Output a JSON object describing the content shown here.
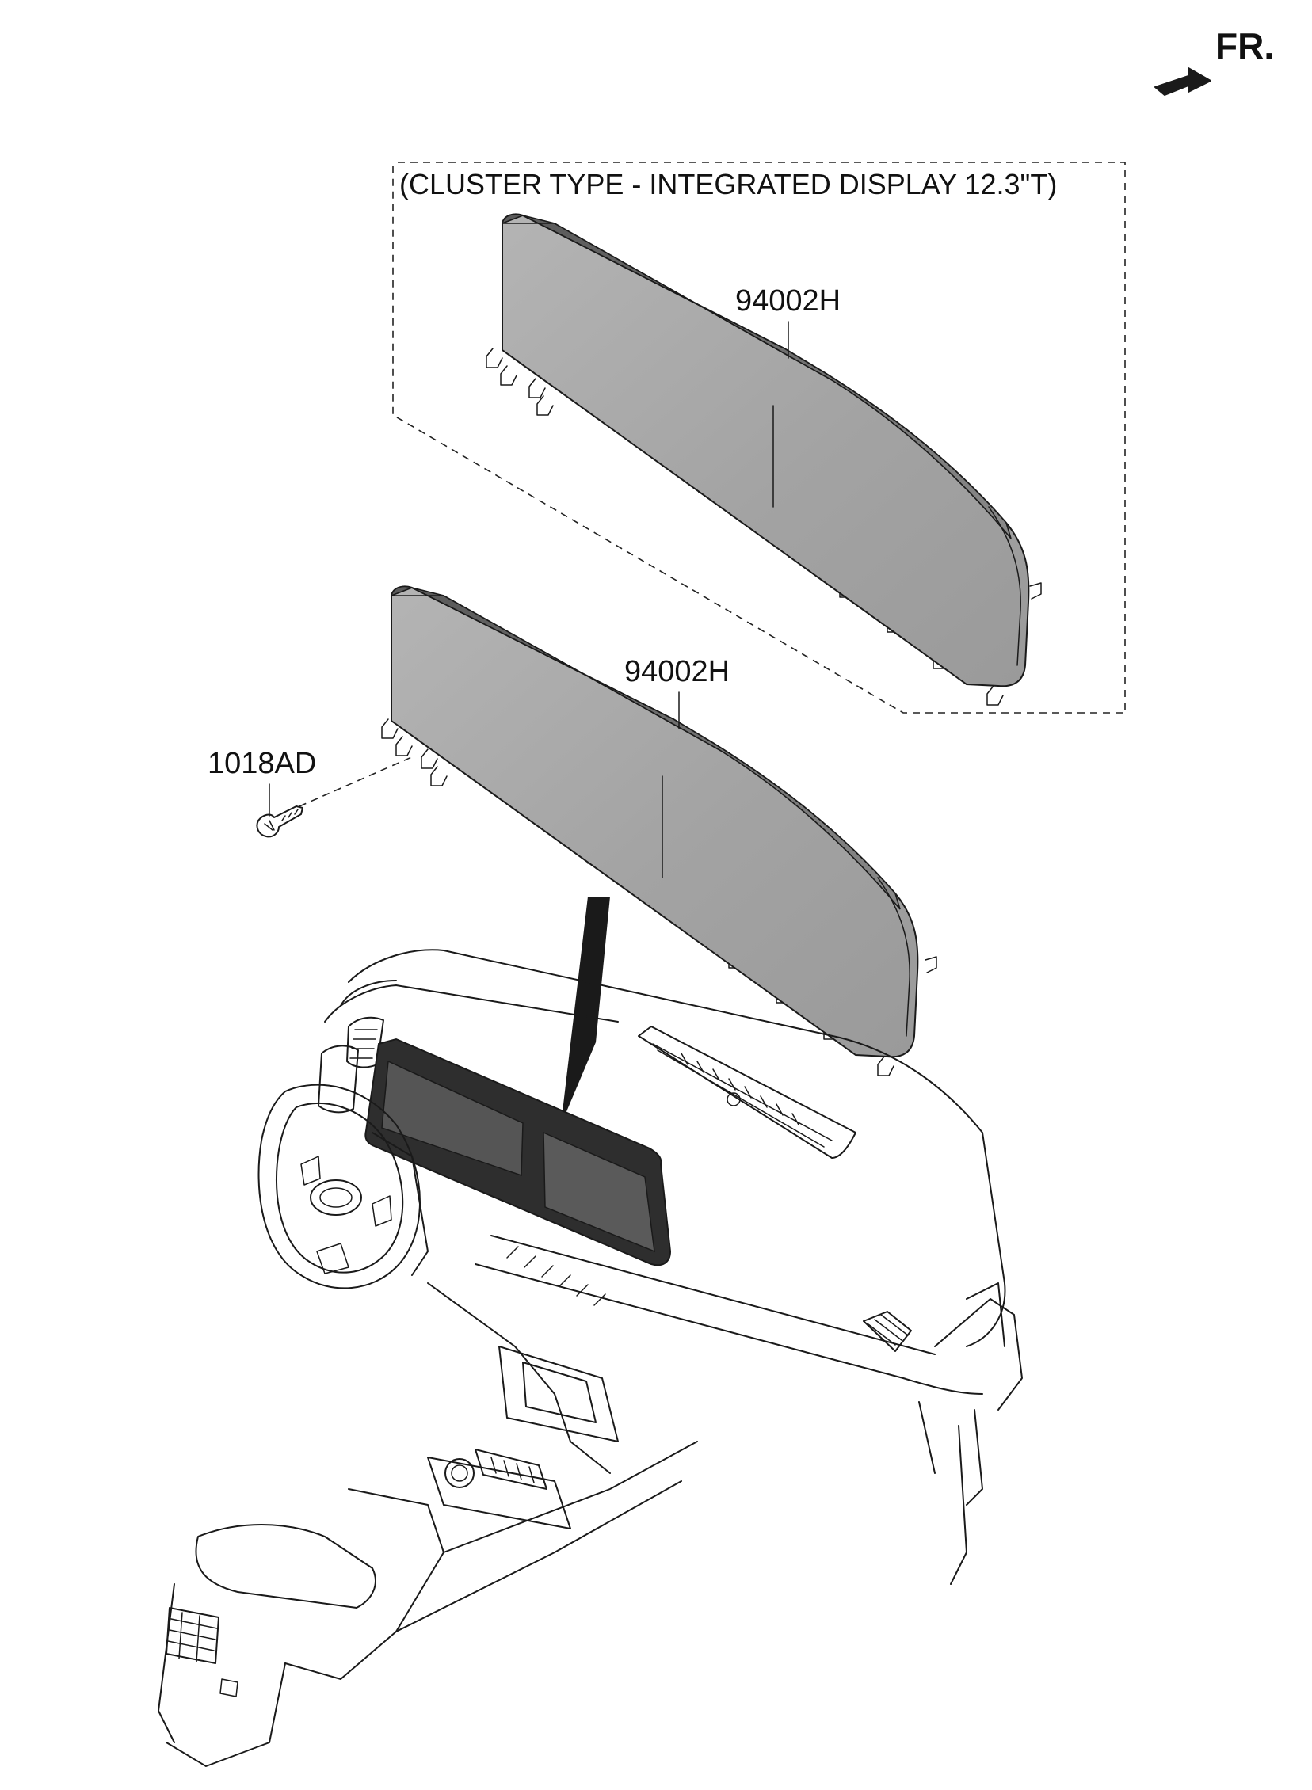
{
  "orientation": {
    "label": "FR.",
    "icon": "front-direction-arrow-icon"
  },
  "option_box": {
    "caption": "(CLUSTER TYPE - INTEGRATED DISPLAY 12.3\"T)"
  },
  "parts": [
    {
      "part_number": "94002H",
      "name": "cluster-assembly-optional"
    },
    {
      "part_number": "94002H",
      "name": "cluster-assembly"
    },
    {
      "part_number": "1018AD",
      "name": "screw"
    }
  ],
  "colors": {
    "line": "#1a1a1a",
    "cluster_fill": "#a6a6a6",
    "cluster_top": "#6e6e6e",
    "screen_fill": "#555555",
    "screen_dark": "#2e2e2e",
    "background": "#ffffff"
  }
}
